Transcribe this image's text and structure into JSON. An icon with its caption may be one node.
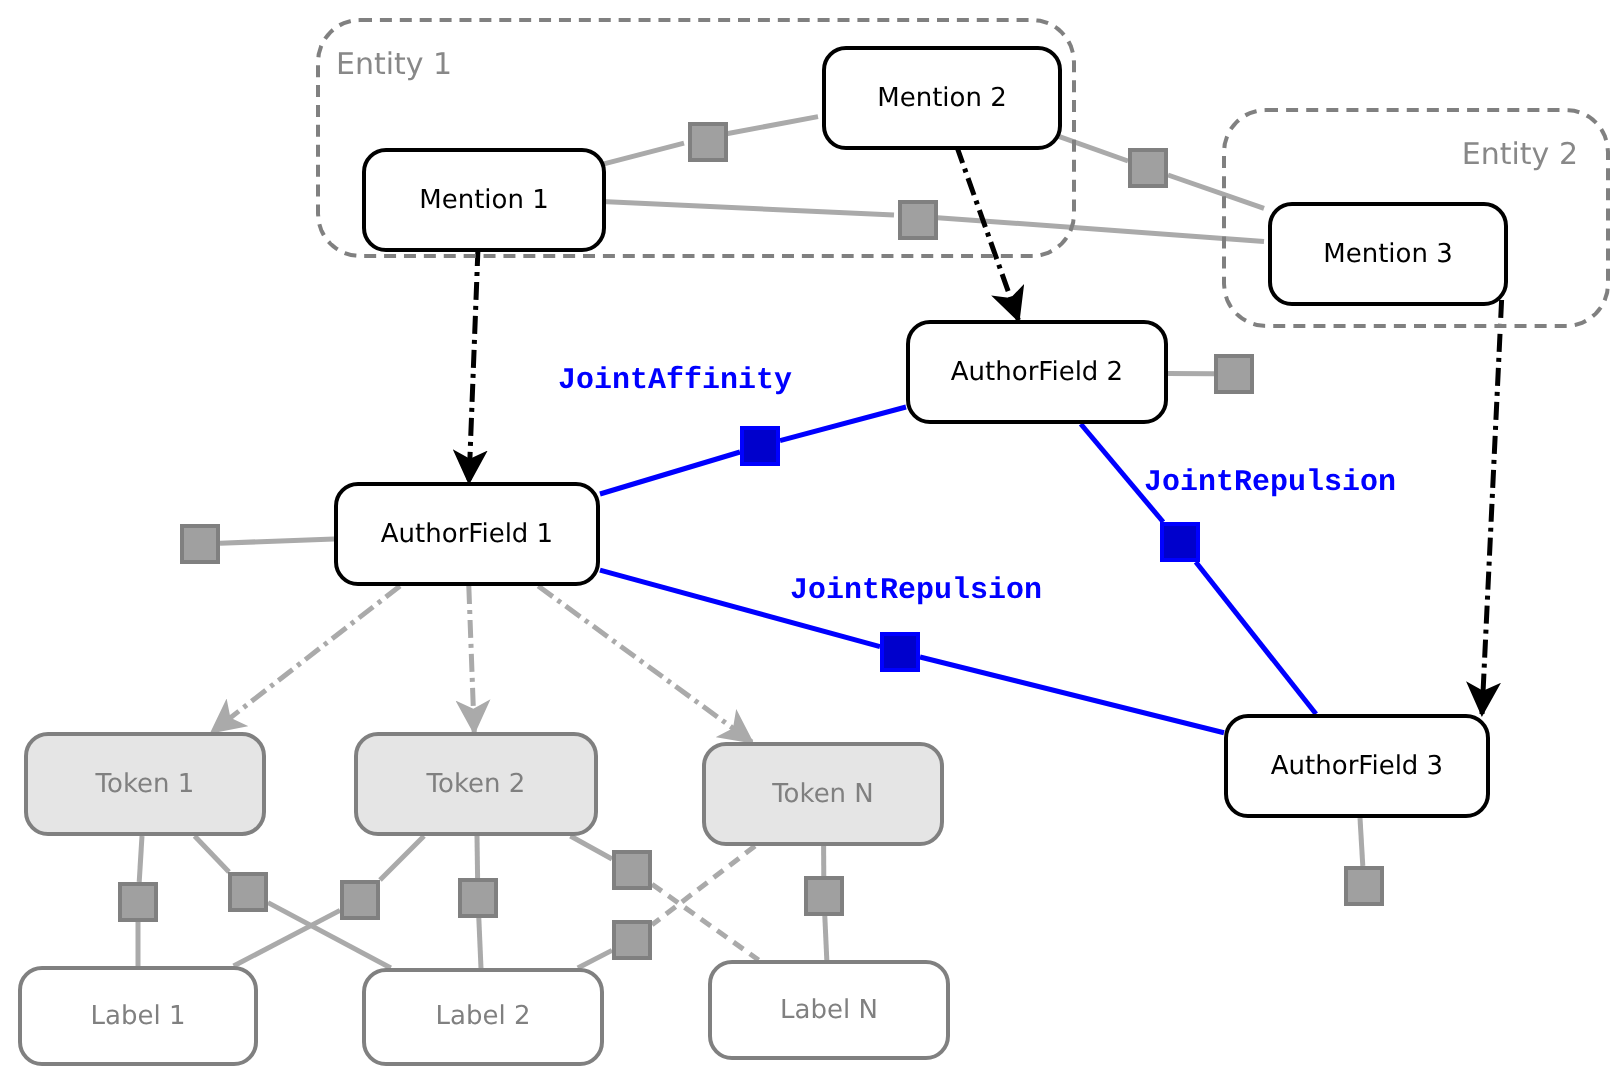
{
  "diagram": {
    "nodes": [
      {
        "text": [
          "Entity 1"
        ]
      },
      {
        "text": [
          "Mention 1"
        ],
        "in": 0
      },
      {
        "text": [
          "Mention 2"
        ],
        "in": 0
      },
      {
        "text": [
          "Entity 2"
        ]
      },
      {
        "text": [
          "Mention 3"
        ],
        "in": 3
      },
      {
        "text": [
          "AuthorField 2"
        ]
      },
      {
        "text": [
          "AuthorField 1"
        ]
      },
      {
        "text": [
          "AuthorField 3"
        ]
      },
      {
        "text": [
          "Token 1"
        ]
      },
      {
        "text": [
          "Token 2"
        ]
      },
      {
        "text": [
          "Token N"
        ]
      },
      {
        "text": [
          "Label 1"
        ]
      },
      {
        "text": [
          "Label 2"
        ]
      },
      {
        "text": [
          "Label N"
        ]
      },
      {
        "text": [],
        "shape": "box",
        "in": 0
      },
      {
        "text": [],
        "shape": "box"
      },
      {
        "text": [],
        "shape": "box",
        "in": 0
      },
      {
        "text": [],
        "shape": "box"
      },
      {
        "text": [],
        "shape": "box",
        "beside": [
          "JointAffinity"
        ]
      },
      {
        "text": [],
        "shape": "box"
      },
      {
        "text": [],
        "shape": "box",
        "beside": [
          "JointRepulsion"
        ]
      },
      {
        "text": [],
        "shape": "box",
        "beside": [
          "JointRepulsion"
        ]
      },
      {
        "text": [],
        "shape": "box"
      },
      {
        "text": [],
        "shape": "box"
      },
      {
        "text": [],
        "shape": "box"
      },
      {
        "text": [],
        "shape": "box"
      },
      {
        "text": [],
        "shape": "box"
      },
      {
        "text": [],
        "shape": "box"
      },
      {
        "text": [],
        "shape": "box"
      },
      {
        "text": [],
        "shape": "box"
      }
    ],
    "edges": [
      {
        "from": 1,
        "to": 14,
        "arrow": "none"
      },
      {
        "from": 14,
        "to": 2,
        "arrow": "none"
      },
      {
        "from": 2,
        "to": 15,
        "arrow": "none"
      },
      {
        "from": 15,
        "to": 4,
        "arrow": "none"
      },
      {
        "from": 1,
        "to": 16,
        "arrow": "none"
      },
      {
        "from": 16,
        "to": 4,
        "arrow": "none"
      },
      {
        "from": 2,
        "to": 5,
        "arrow": "to",
        "style": "dashed",
        "color": "#000000"
      },
      {
        "from": 1,
        "to": 6,
        "arrow": "to",
        "style": "dashed",
        "color": "#000000"
      },
      {
        "from": 4,
        "to": 7,
        "arrow": "to",
        "style": "dashed",
        "color": "#000000"
      },
      {
        "from": 5,
        "to": 17,
        "arrow": "none"
      },
      {
        "from": 6,
        "to": 18,
        "arrow": "none",
        "color": "#0000ff"
      },
      {
        "from": 18,
        "to": 5,
        "arrow": "none",
        "color": "#0000ff"
      },
      {
        "from": 19,
        "to": 6,
        "arrow": "none"
      },
      {
        "from": 5,
        "to": 20,
        "arrow": "none",
        "color": "#0000ff"
      },
      {
        "from": 20,
        "to": 7,
        "arrow": "none",
        "color": "#0000ff"
      },
      {
        "from": 6,
        "to": 21,
        "arrow": "none",
        "color": "#0000ff"
      },
      {
        "from": 21,
        "to": 7,
        "arrow": "none",
        "color": "#0000ff"
      },
      {
        "from": 7,
        "to": 22,
        "arrow": "none"
      },
      {
        "from": 6,
        "to": 8,
        "arrow": "to",
        "style": "dashed"
      },
      {
        "from": 6,
        "to": 9,
        "arrow": "to",
        "style": "dashed"
      },
      {
        "from": 6,
        "to": 10,
        "arrow": "to",
        "style": "dashed"
      },
      {
        "from": 8,
        "to": 23,
        "arrow": "none"
      },
      {
        "from": 23,
        "to": 11,
        "arrow": "none"
      },
      {
        "from": 8,
        "to": 24,
        "arrow": "none"
      },
      {
        "from": 24,
        "to": 12,
        "arrow": "none"
      },
      {
        "from": 9,
        "to": 25,
        "arrow": "none"
      },
      {
        "from": 25,
        "to": 11,
        "arrow": "none"
      },
      {
        "from": 9,
        "to": 26,
        "arrow": "none"
      },
      {
        "from": 26,
        "to": 12,
        "arrow": "none"
      },
      {
        "from": 9,
        "to": 27,
        "arrow": "none"
      },
      {
        "from": 27,
        "to": 13,
        "arrow": "none",
        "style": "dashed"
      },
      {
        "from": 10,
        "to": 28,
        "arrow": "none",
        "style": "dashed"
      },
      {
        "from": 28,
        "to": 12,
        "arrow": "none"
      },
      {
        "from": 10,
        "to": 29,
        "arrow": "none"
      },
      {
        "from": 29,
        "to": 13,
        "arrow": "none"
      }
    ]
  }
}
